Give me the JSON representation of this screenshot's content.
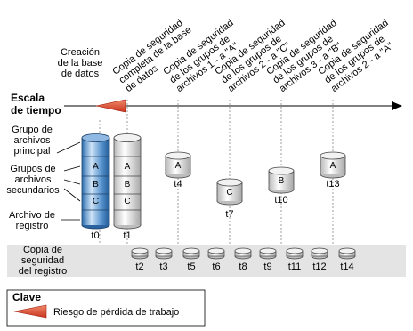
{
  "timescale": {
    "label_line1": "Escala",
    "label_line2": "de tiempo"
  },
  "db_creation": {
    "line1": "Creación",
    "line2": "de la base",
    "line3": "de datos"
  },
  "headers": [
    {
      "line1": "Copia de seguridad",
      "line2": "completa de la base",
      "line3": "de datos"
    },
    {
      "line1": "Copia de seguridad",
      "line2": "de los grupos de",
      "line3": "archivos 1 - a \"A\""
    },
    {
      "line1": "Copia de seguridad",
      "line2": "de los grupos de",
      "line3": "archivos 2 - a \"C\""
    },
    {
      "line1": "Copia de seguridad",
      "line2": "de los grupos de",
      "line3": "archivos 3 - a \"B\""
    },
    {
      "line1": "Copia de seguridad",
      "line2": "de los grupos de",
      "line3": "archivos 2 - a \"A\""
    }
  ],
  "left_labels": {
    "primary": {
      "line1": "Grupo de",
      "line2": "archivos",
      "line3": "principal"
    },
    "secondary": {
      "line1": "Grupos de",
      "line2": "archivos",
      "line3": "secundarios"
    },
    "log": {
      "line1": "Archivo de",
      "line2": "registro"
    }
  },
  "cylinder_letters": {
    "a": "A",
    "b": "B",
    "c": "C"
  },
  "times": {
    "t0": "t0",
    "t1": "t1",
    "t4": "t4",
    "t7": "t7",
    "t10": "t10",
    "t13": "t13"
  },
  "log_backup": {
    "label_line1": "Copia de",
    "label_line2": "seguridad",
    "label_line3": "del registro",
    "times": [
      "t2",
      "t3",
      "t5",
      "t6",
      "t8",
      "t9",
      "t11",
      "t12",
      "t14"
    ]
  },
  "legend": {
    "title": "Clave",
    "item": "Riesgo de pérdida de trabajo"
  }
}
